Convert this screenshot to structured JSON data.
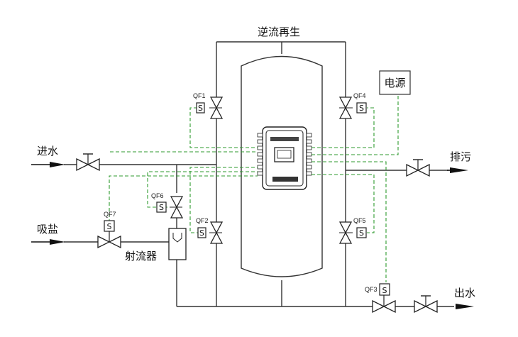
{
  "labels": {
    "title": "逆流再生",
    "inlet": "进水",
    "brine": "吸盐",
    "drain": "排污",
    "outlet": "出水",
    "ejector": "射流器",
    "power": "电源"
  },
  "valves": {
    "qf1": "QF1",
    "qf2": "QF2",
    "qf3": "QF3",
    "qf4": "QF4",
    "qf5": "QF5",
    "qf6": "QF6",
    "qf7": "QF7"
  },
  "solenoid_mark": "S",
  "colors": {
    "pipe": "#333333",
    "signal": "#2e9a2e"
  }
}
